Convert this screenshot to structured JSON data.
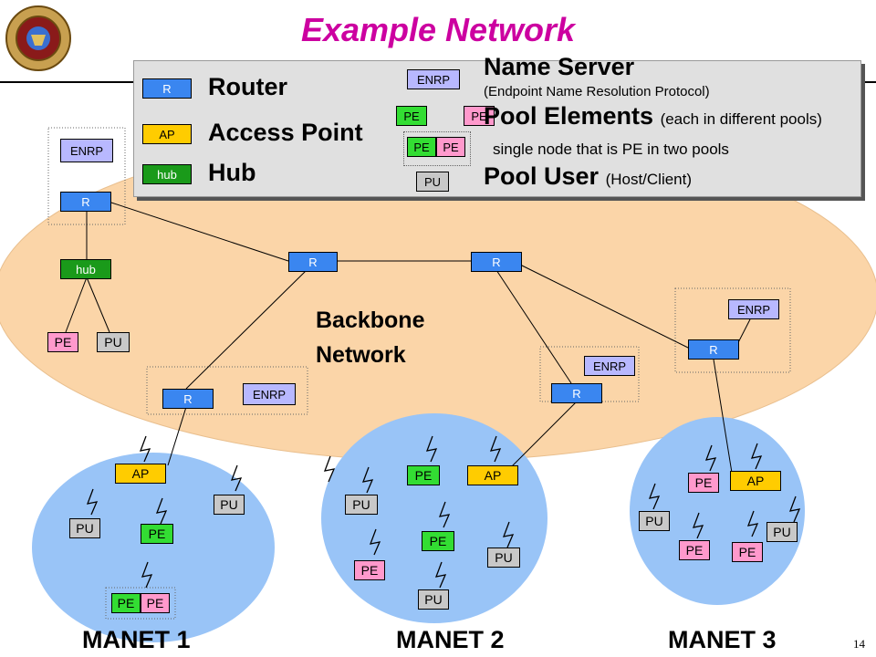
{
  "title": "Example Network",
  "legend": {
    "router_tag": "R",
    "router_label": "Router",
    "ap_tag": "AP",
    "ap_label": "Access Point",
    "hub_tag": "hub",
    "hub_label": "Hub",
    "enrp_tag": "ENRP",
    "name_server_label": "Name Server",
    "name_server_sub": "(Endpoint Name Resolution Protocol)",
    "pe_tag": "PE",
    "pool_elements_label": "Pool Elements",
    "pool_elements_sub": "(each in different pools)",
    "single_node_sub": "single node that is PE in two pools",
    "pu_tag": "PU",
    "pool_user_label": "Pool User",
    "pool_user_sub": "(Host/Client)"
  },
  "backbone_label_line1": "Backbone",
  "backbone_label_line2": "Network",
  "manets": [
    "MANET 1",
    "MANET 2",
    "MANET 3"
  ],
  "page_number": "14",
  "colors": {
    "title": "#cc00a0",
    "backbone_fill": "#fbd5a8",
    "manet_fill": "#99c4f7",
    "router": "#3a86f0",
    "access_point": "#ffcc00",
    "hub": "#1a9a1a",
    "pe_green": "#33dd33",
    "pe_pink": "#ff99cc",
    "pu": "#c8c8c8",
    "enrp": "#b8b8ff"
  },
  "nodes": {
    "left_enrp": "ENRP",
    "left_router": "R",
    "left_hub": "hub",
    "left_pe": "PE",
    "left_pu": "PU",
    "center_router_1": "R",
    "center_router_2": "R",
    "manet1_gateway_router": "R",
    "manet1_gateway_enrp": "ENRP",
    "manet2_gateway_router": "R",
    "manet2_gateway_enrp": "ENRP",
    "manet3_gateway_router": "R",
    "manet3_gateway_enrp": "ENRP",
    "m1_ap": "AP",
    "m1_pu_a": "PU",
    "m1_pu_b": "PU",
    "m1_pe": "PE",
    "m1_pe_dual_a": "PE",
    "m1_pe_dual_b": "PE",
    "m2_pe_top": "PE",
    "m2_ap": "AP",
    "m2_pu_a": "PU",
    "m2_pe_mid": "PE",
    "m2_pe_low": "PE",
    "m2_pu_b": "PU",
    "m2_pu_c": "PU",
    "m3_pe_a": "PE",
    "m3_ap": "AP",
    "m3_pu_a": "PU",
    "m3_pe_b": "PE",
    "m3_pe_c": "PE",
    "m3_pu_b": "PU"
  }
}
